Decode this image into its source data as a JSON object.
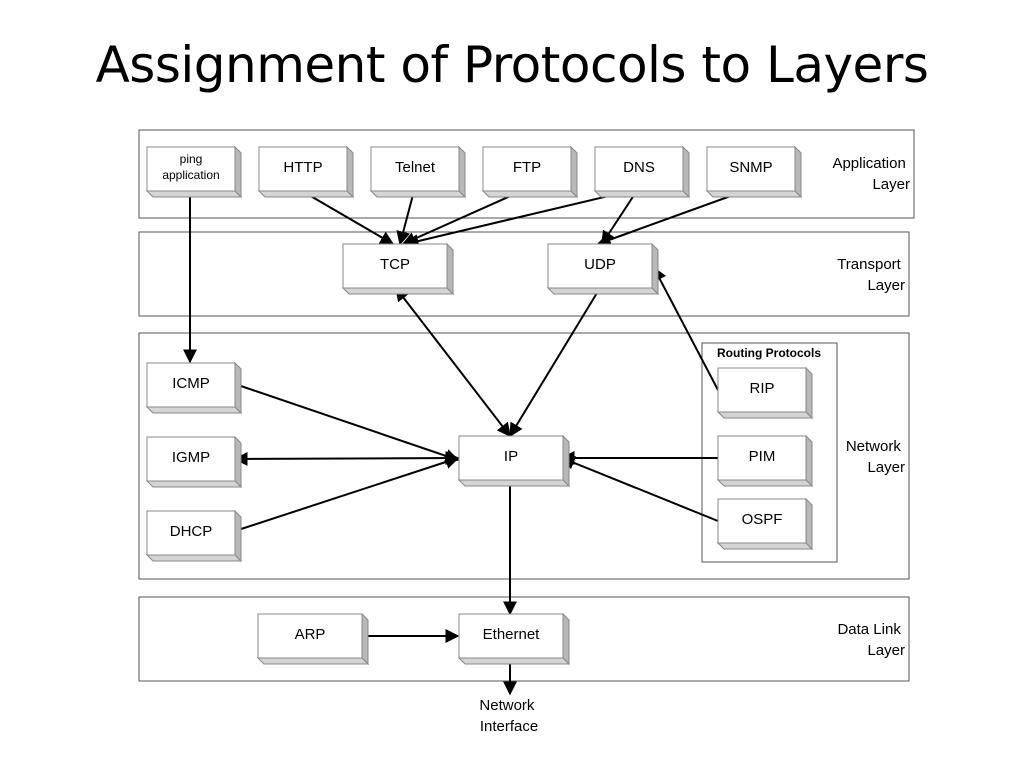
{
  "title": "Assignment of Protocols to Layers",
  "layers": {
    "application": [
      "Application",
      "Layer"
    ],
    "transport": [
      "Transport",
      "Layer"
    ],
    "network": [
      "Network",
      "Layer"
    ],
    "datalink": [
      "Data Link",
      "Layer"
    ]
  },
  "routing_group_title": "Routing Protocols",
  "protocols": {
    "ping": [
      "ping",
      "application"
    ],
    "http": "HTTP",
    "telnet": "Telnet",
    "ftp": "FTP",
    "dns": "DNS",
    "snmp": "SNMP",
    "tcp": "TCP",
    "udp": "UDP",
    "icmp": "ICMP",
    "igmp": "IGMP",
    "dhcp": "DHCP",
    "ip": "IP",
    "rip": "RIP",
    "pim": "PIM",
    "ospf": "OSPF",
    "arp": "ARP",
    "ethernet": "Ethernet"
  },
  "network_interface": [
    "Network",
    "Interface"
  ],
  "connections": [
    {
      "from": "ping",
      "to": "icmp",
      "direction": "forward"
    },
    {
      "from": "http",
      "to": "tcp",
      "direction": "forward"
    },
    {
      "from": "telnet",
      "to": "tcp",
      "direction": "forward"
    },
    {
      "from": "ftp",
      "to": "tcp",
      "direction": "forward"
    },
    {
      "from": "dns",
      "to": "tcp",
      "direction": "forward"
    },
    {
      "from": "dns",
      "to": "udp",
      "direction": "forward"
    },
    {
      "from": "snmp",
      "to": "udp",
      "direction": "forward"
    },
    {
      "from": "tcp",
      "to": "ip",
      "direction": "both"
    },
    {
      "from": "udp",
      "to": "ip",
      "direction": "forward"
    },
    {
      "from": "rip",
      "to": "udp",
      "direction": "forward"
    },
    {
      "from": "icmp",
      "to": "ip",
      "direction": "forward"
    },
    {
      "from": "ip",
      "to": "igmp",
      "direction": "both"
    },
    {
      "from": "dhcp",
      "to": "ip",
      "direction": "forward"
    },
    {
      "from": "pim",
      "to": "ip",
      "direction": "forward"
    },
    {
      "from": "ospf",
      "to": "ip",
      "direction": "forward"
    },
    {
      "from": "ip",
      "to": "ethernet",
      "direction": "forward"
    },
    {
      "from": "arp",
      "to": "ethernet",
      "direction": "forward"
    },
    {
      "from": "ethernet",
      "to": "network-interface",
      "direction": "forward"
    }
  ]
}
